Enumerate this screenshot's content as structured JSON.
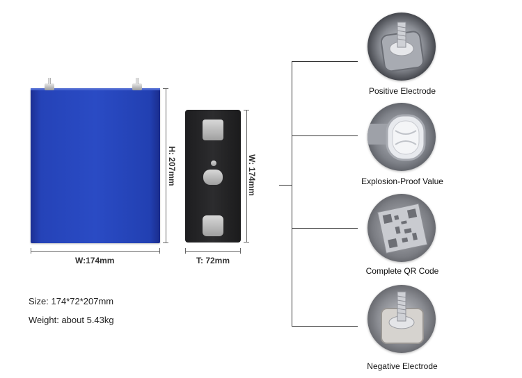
{
  "dimensions": {
    "front_width": "W:174mm",
    "front_height": "H: 207mm",
    "side_thickness": "T: 72mm",
    "side_width": "W: 174mm"
  },
  "features": [
    {
      "label": "Positive Electrode",
      "icon": "positive-electrode-photo"
    },
    {
      "label": "Explosion-Proof Value",
      "icon": "explosion-proof-valve-photo"
    },
    {
      "label": "Complete QR Code",
      "icon": "qr-code-photo"
    },
    {
      "label": "Negative Electrode",
      "icon": "negative-electrode-photo"
    }
  ],
  "specs": {
    "size": "Size: 174*72*207mm",
    "weight": "Weight: about 5.43kg"
  },
  "colors": {
    "cell_blue": "#2a4bc4",
    "side_black": "#2c2c2e"
  }
}
